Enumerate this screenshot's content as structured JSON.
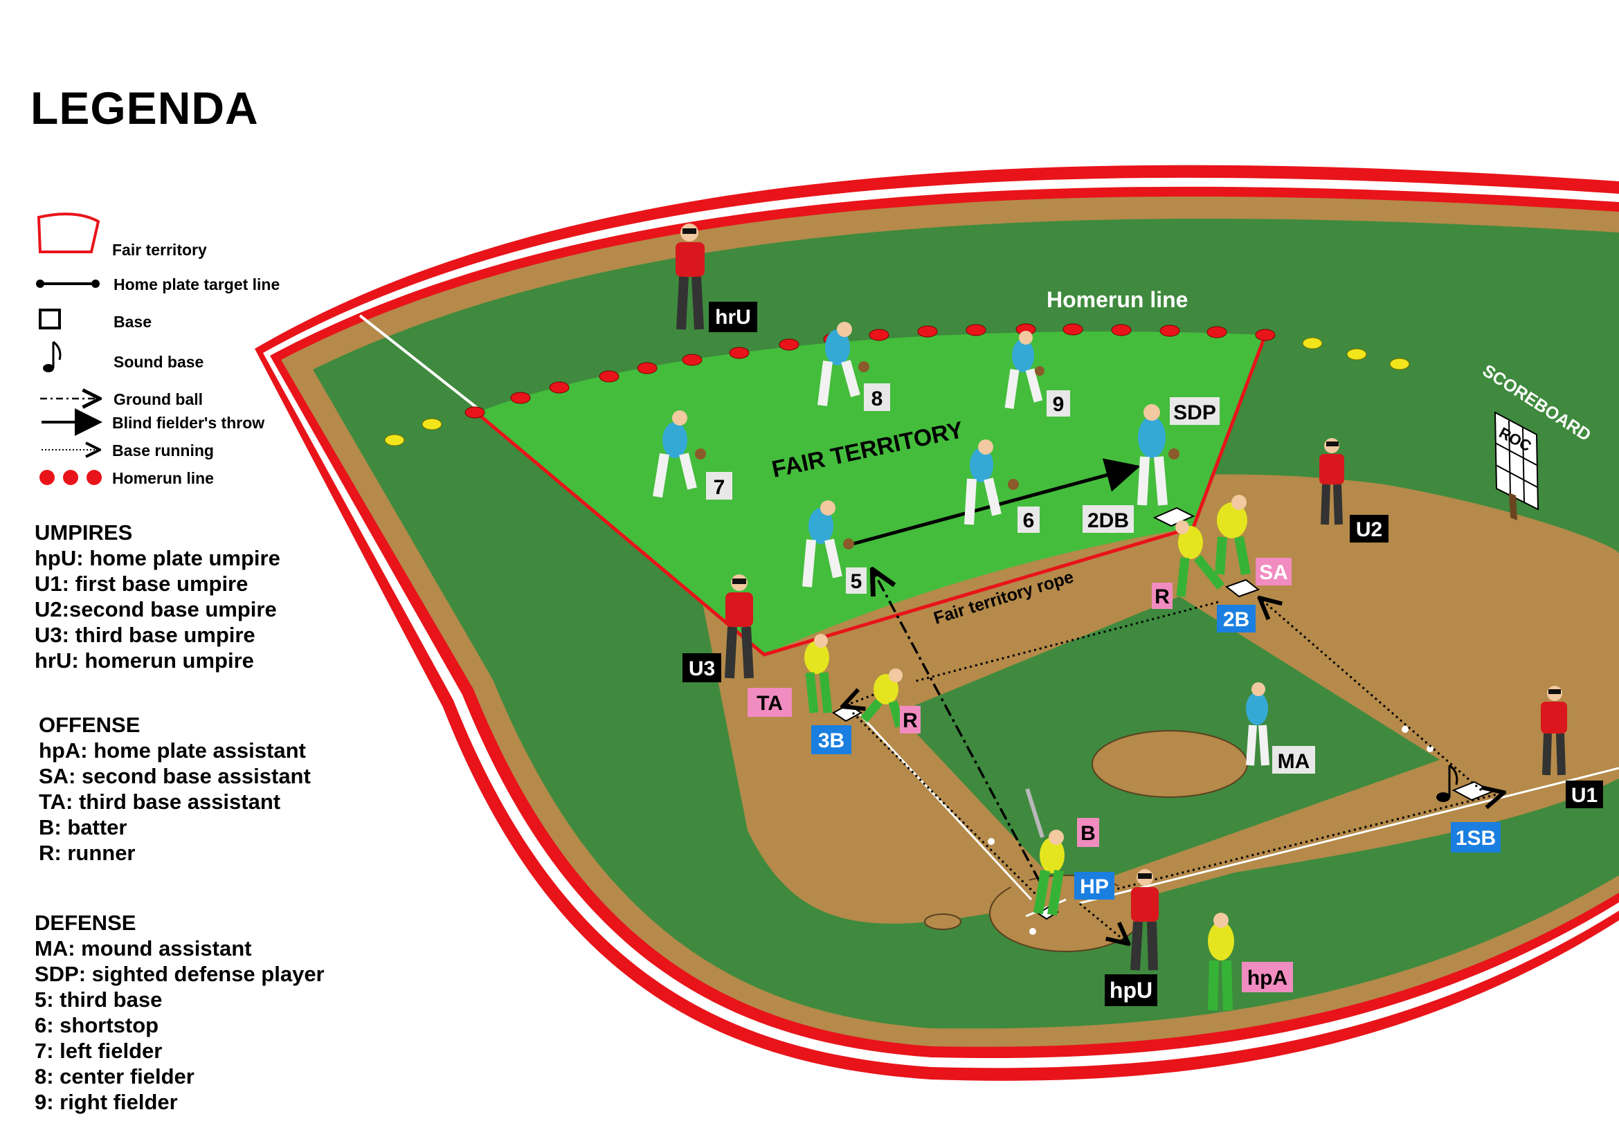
{
  "title": "LEGENDA",
  "legend": {
    "fair_territory": "Fair territory",
    "target_line": "Home plate target line",
    "base": "Base",
    "sound_base": "Sound base",
    "ground_ball": "Ground ball",
    "blind_throw": "Blind fielder's throw",
    "base_running": "Base running",
    "homerun_line": "Homerun line"
  },
  "umpires": {
    "heading": "UMPIRES",
    "items": [
      "hpU: home plate umpire",
      "U1: first base umpire",
      "U2:second base umpire",
      "U3: third base umpire",
      "hrU: homerun umpire"
    ]
  },
  "offense": {
    "heading": "OFFENSE",
    "items": [
      "hpA: home plate assistant",
      "SA: second base assistant",
      "TA: third base assistant",
      "B: batter",
      "R: runner"
    ]
  },
  "defense": {
    "heading": "DEFENSE",
    "items": [
      "MA: mound assistant",
      "SDP: sighted defense player",
      "5: third base",
      "6: shortstop",
      "7: left fielder",
      "8: center fielder",
      "9: right fielder"
    ]
  },
  "field": {
    "homerun_line_label": "Homerun line",
    "fair_territory_label": "FAIR TERRITORY",
    "rope_label": "Fair territory rope",
    "scoreboard_label": "SCOREBOARD",
    "scoreboard_sign": "ROC"
  },
  "labels": {
    "hrU": "hrU",
    "U3": "U3",
    "U2": "U2",
    "U1": "U1",
    "hpU": "hpU",
    "f7": "7",
    "f8": "8",
    "f9": "9",
    "f6": "6",
    "f5": "5",
    "SDP": "SDP",
    "MA": "MA",
    "TA": "TA",
    "SA": "SA",
    "R3": "R",
    "R2": "R",
    "B": "B",
    "hpA": "hpA",
    "b2DB": "2DB",
    "b2B": "2B",
    "b3B": "3B",
    "bHP": "HP",
    "b1SB": "1SB"
  },
  "colors": {
    "field_green": "#3f8a3e",
    "fair_green": "#44bd3c",
    "dirt": "#b58a4a",
    "wall_red": "#e8141a",
    "umpire_red": "#d9171d",
    "defense_blue": "#35a9d6",
    "offense_yellow": "#e5e51f",
    "offense_green": "#36b336",
    "tag_black": "#000000",
    "tag_white": "#e8e8e8",
    "tag_pink": "#f08cc0",
    "tag_blue": "#1a7fe0"
  }
}
